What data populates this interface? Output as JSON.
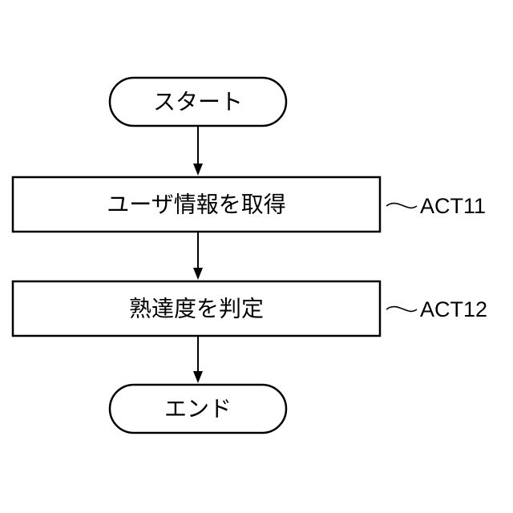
{
  "nodes": {
    "start": {
      "label": "スタート"
    },
    "act11": {
      "label": "ユーザ情報を取得",
      "ref": "ACT11"
    },
    "act12": {
      "label": "熟達度を判定",
      "ref": "ACT12"
    },
    "end": {
      "label": "エンド"
    }
  },
  "colors": {
    "stroke": "#000000",
    "fill": "#ffffff"
  }
}
